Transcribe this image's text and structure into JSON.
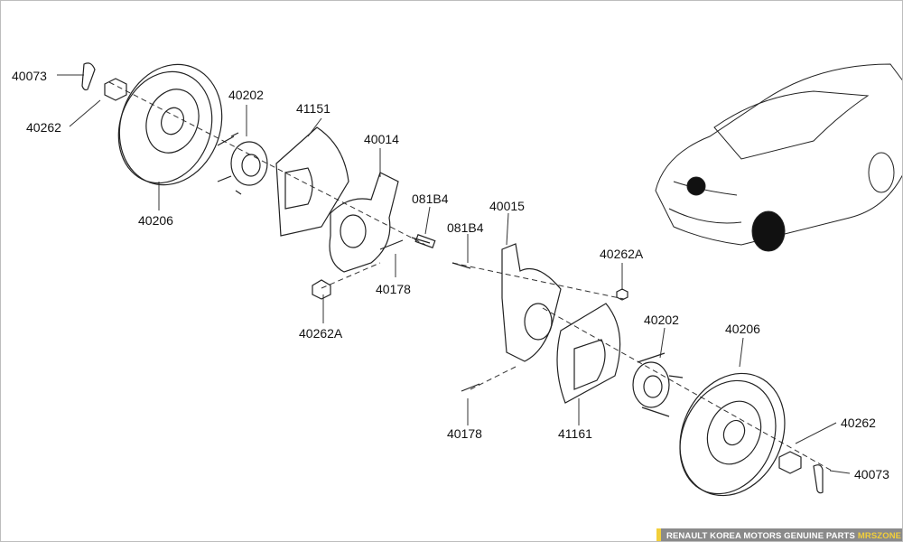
{
  "labels": {
    "l_40073_a": "40073",
    "l_40262_a": "40262",
    "l_40206_a": "40206",
    "l_40202_a": "40202",
    "l_41151": "41151",
    "l_40014": "40014",
    "l_081B4_a": "081B4",
    "l_081B4_b": "081B4",
    "l_40015": "40015",
    "l_40178_a": "40178",
    "l_40262A_a": "40262A",
    "l_40262A_b": "40262A",
    "l_40202_b": "40202",
    "l_40206_b": "40206",
    "l_40262_b": "40262",
    "l_40073_b": "40073",
    "l_40178_b": "40178",
    "l_41161": "41161"
  },
  "footer": {
    "text": "RENAULT KOREA MOTORS GENUINE PARTS",
    "brand": "MRSZONE"
  }
}
